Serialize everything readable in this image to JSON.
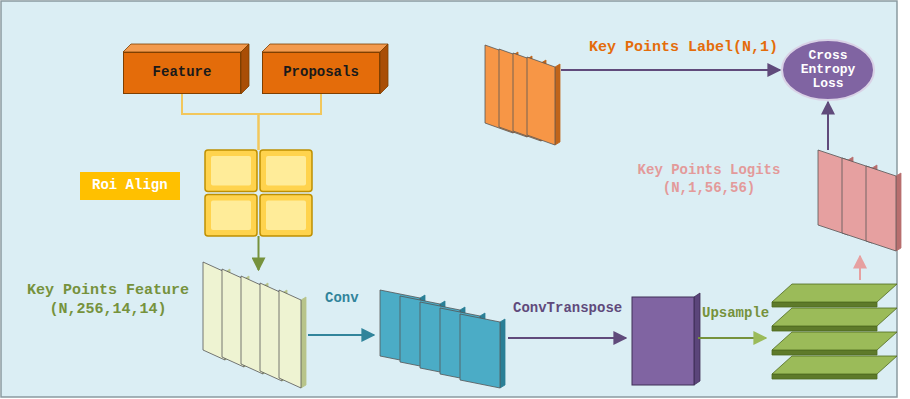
{
  "diagram": {
    "nodes": [
      {
        "text": [
          "Feature"
        ]
      },
      {
        "text": [
          "Proposals"
        ]
      },
      {
        "text": [
          "Roi Align"
        ]
      },
      {
        "text": [
          "Key Points Feature (N,256,14,14)"
        ]
      },
      {
        "text": [
          "Key Points Label(N,1)"
        ]
      },
      {
        "text": [
          "Key Points Logits (N,1,56,56)"
        ]
      },
      {
        "text": [
          "Cross Entropy Loss"
        ]
      }
    ],
    "edges": [
      {
        "from": 0,
        "to": 2,
        "arrow": "none"
      },
      {
        "from": 1,
        "to": 2,
        "arrow": "none"
      },
      {
        "from": 2,
        "to": 3,
        "arrow": "to"
      },
      {
        "from": 4,
        "to": 6,
        "arrow": "to"
      },
      {
        "from": 5,
        "to": 6,
        "arrow": "to"
      }
    ],
    "labels": [
      "Conv",
      "ConvTranspose",
      "Upsample"
    ]
  }
}
